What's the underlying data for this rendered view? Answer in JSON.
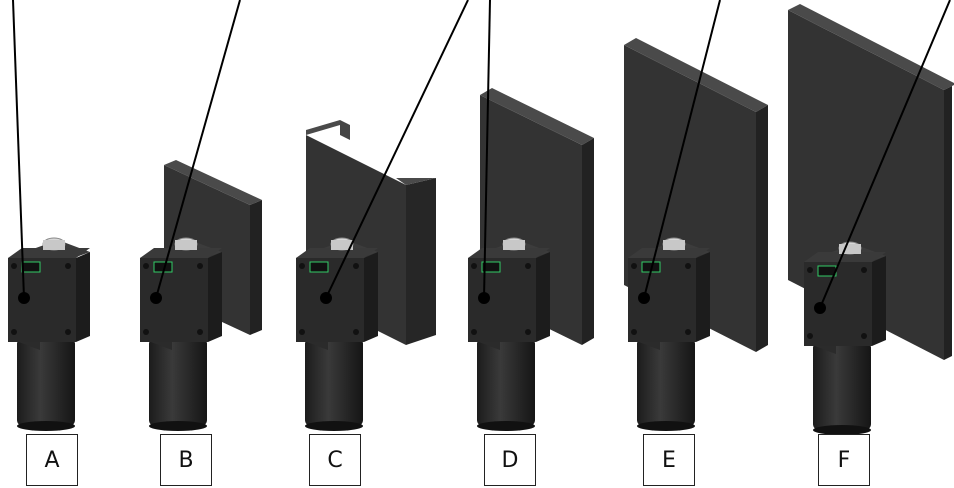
{
  "figure": {
    "variants": [
      {
        "label": "A",
        "panel": "none"
      },
      {
        "label": "B",
        "panel": "small-plate"
      },
      {
        "label": "C",
        "panel": "channel"
      },
      {
        "label": "D",
        "panel": "medium-plate"
      },
      {
        "label": "E",
        "panel": "large-plate"
      },
      {
        "label": "F",
        "panel": "extra-large-plate"
      }
    ]
  },
  "colors": {
    "body": "#2a2a2a",
    "body_dark": "#1a1a1a",
    "panel_front": "#333333",
    "panel_side": "#262626",
    "panel_top": "#4a4a4a",
    "connector": "#d8d8d8",
    "leader_line": "#000000",
    "dot": "#000000"
  }
}
